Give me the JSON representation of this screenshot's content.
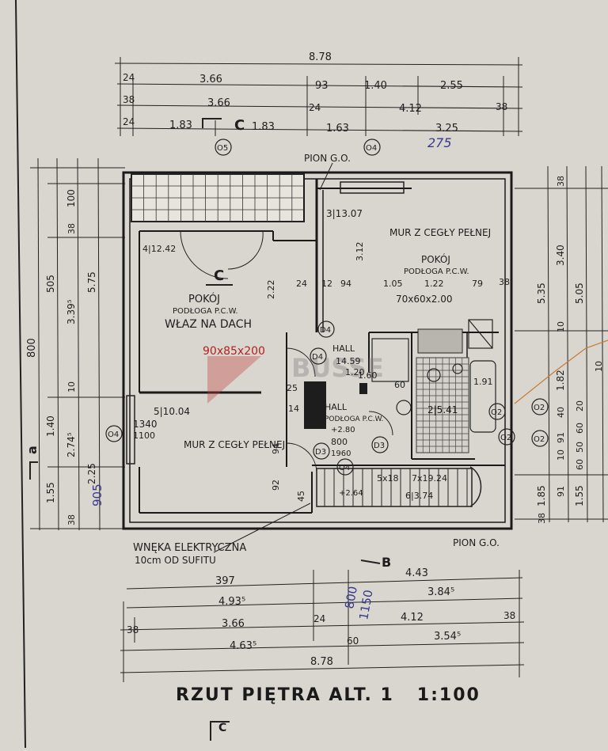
{
  "plan": {
    "title": "RZUT PIĘTRA ALT. 1",
    "scale": "1:100",
    "section_marks": [
      "C",
      "C",
      "B",
      "a"
    ],
    "watermark": "BUSSE"
  },
  "top_dimensions": [
    [
      "8.78"
    ],
    [
      "24",
      "3.66",
      "93",
      "1.40",
      "2.55"
    ],
    [
      "38",
      "3.66",
      "24",
      "4.12",
      "38"
    ],
    [
      "24",
      "1.83",
      "1.83",
      "1.63",
      "3.25"
    ]
  ],
  "handwritten_top": "275",
  "bottom_dimensions": [
    [
      "397",
      "4.43"
    ],
    [
      "4.93⁵",
      "3.84⁵"
    ],
    [
      "3.66",
      "24",
      "4.12",
      "38"
    ],
    [
      "38",
      "4.63⁵",
      "60",
      "3.54⁵"
    ],
    [
      "8.78"
    ]
  ],
  "handwritten_bottom": [
    "800",
    "1150"
  ],
  "left_dimensions": {
    "outer": [
      "800",
      "905"
    ],
    "inner": [
      "100",
      "38",
      "505",
      "3.39⁵",
      "5.75",
      "1.40",
      "10",
      "2.74⁵",
      "1.55",
      "38",
      "2.25"
    ]
  },
  "right_dimensions": [
    "38",
    "3.40",
    "5.35",
    "5.05",
    "10",
    "1.82",
    "40",
    "20",
    "60",
    "50",
    "60",
    "10",
    "91",
    "1.55",
    "1.85",
    "38",
    "91",
    "10"
  ],
  "rooms": [
    {
      "code": "4|12.42",
      "name": "POKÓJ",
      "floor": "PODŁOGA P.C.W.",
      "note": "WŁAZ NA DACH",
      "hatch": "90x85x200"
    },
    {
      "code": "3|13.07",
      "name": "MUR Z CEGŁY PEŁNEJ",
      "sub": "POKÓJ",
      "floor": "PODŁOGA P.C.W.",
      "note": "70x60x2.00"
    },
    {
      "code": "5|10.04",
      "name": "MUR Z CEGŁY PEŁNEJ"
    },
    {
      "code": "HALL",
      "area": "14.59"
    },
    {
      "code": "HALL",
      "floor": "PODŁOGA P.C.W.",
      "level": "+2.80"
    },
    {
      "code": "2|5.41"
    },
    {
      "code": "6|3.74",
      "level": "+2.64"
    },
    {
      "code": "5x18",
      "stairs": "7x19.24"
    }
  ],
  "labels": {
    "pion_top": "PION G.O.",
    "pion_bottom": "PION G.O.",
    "wneka": "WNĘKA ELEKTRYCZNA",
    "wneka_sub": "10cm OD SUFITU",
    "door_1340": "1340",
    "door_1100": "1100",
    "d_800": "800",
    "d_1960": "1960",
    "interior_dims": [
      "24",
      "12",
      "94",
      "1.05",
      "1.22",
      "79",
      "38",
      "2.22",
      "3.12",
      "94",
      "25",
      "92",
      "45",
      "60",
      "1.91",
      "1.60",
      "14",
      "1.20"
    ],
    "symbols": [
      "O5",
      "O4",
      "O4",
      "O4",
      "D4",
      "D4",
      "D3",
      "D3",
      "O2",
      "O2",
      "O2",
      "O2"
    ]
  }
}
